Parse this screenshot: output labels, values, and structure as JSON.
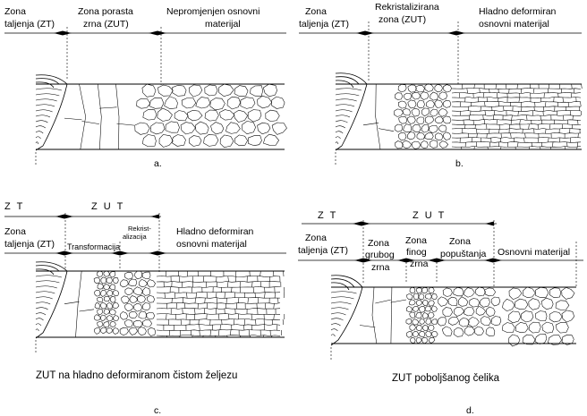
{
  "panels": [
    {
      "id": "a",
      "letter": "a.",
      "labels": [
        {
          "id": "a-zt",
          "lines": [
            "Zona",
            "taljenja (ZT)"
          ]
        },
        {
          "id": "a-zut",
          "lines": [
            "Zona porasta",
            "zrna (ZUT)"
          ]
        },
        {
          "id": "a-base",
          "lines": [
            "Nepromjenjen osnovni",
            "materijal"
          ]
        }
      ]
    },
    {
      "id": "b",
      "letter": "b.",
      "labels": [
        {
          "id": "b-zt",
          "lines": [
            "Zona",
            "taljenja (ZT)"
          ]
        },
        {
          "id": "b-zut",
          "lines": [
            "Rekristalizirana",
            "zona (ZUT)"
          ]
        },
        {
          "id": "b-base",
          "lines": [
            "Hladno deformiran",
            "osnovni materijal"
          ]
        }
      ]
    },
    {
      "id": "c",
      "letter": "c.",
      "top": {
        "zt": "Z T",
        "zut": "Z U T"
      },
      "labels": [
        {
          "id": "c-zt",
          "lines": [
            "Zona",
            "taljenja (ZT)"
          ]
        },
        {
          "id": "c-transform",
          "lines": [
            "Transformacija"
          ]
        },
        {
          "id": "c-rekrist",
          "lines": [
            "Rekrist-",
            "alizacija"
          ]
        },
        {
          "id": "c-base",
          "lines": [
            "Hladno deformiran",
            "osnovni materijal"
          ]
        }
      ],
      "caption": "ZUT na hladno deformiranom čistom željezu"
    },
    {
      "id": "d",
      "letter": "d.",
      "top": {
        "zt": "Z T",
        "zut": "Z U T"
      },
      "labels": [
        {
          "id": "d-zt",
          "lines": [
            "Zona",
            "taljenja (ZT)"
          ]
        },
        {
          "id": "d-grubog",
          "lines": [
            "Zona",
            "grubog",
            "zrna"
          ]
        },
        {
          "id": "d-finog",
          "lines": [
            "Zona",
            "finog",
            "zrna"
          ]
        },
        {
          "id": "d-popustanja",
          "lines": [
            "Zona",
            "popuštanja"
          ]
        },
        {
          "id": "d-base",
          "lines": [
            "Osnovni materijal"
          ]
        }
      ],
      "caption": "ZUT poboljšanog čelika"
    }
  ]
}
